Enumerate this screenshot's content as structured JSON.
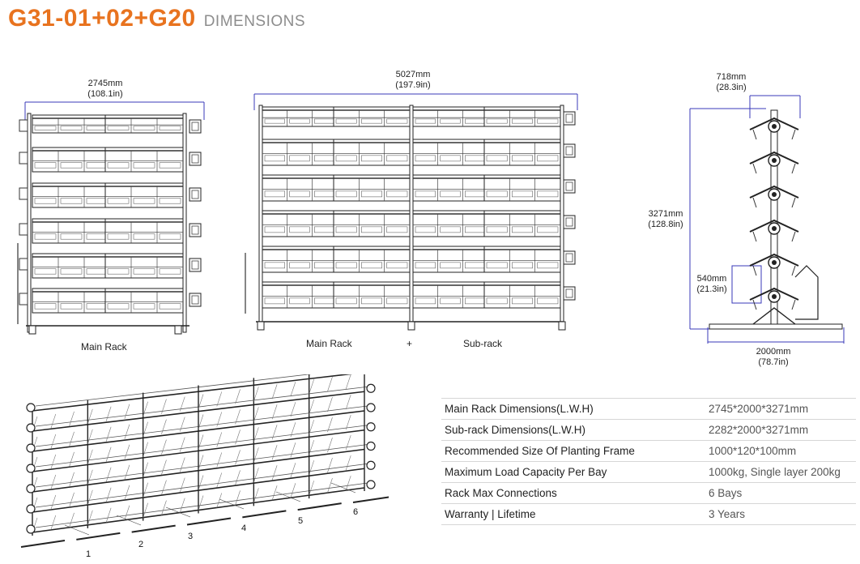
{
  "title": {
    "code": "G31-01+02+G20",
    "subtitle": "DIMENSIONS",
    "code_color": "#e8731f",
    "subtitle_color": "#8d8d8d"
  },
  "front_view": {
    "width_mm": "2745mm",
    "width_in": "(108.1in)",
    "caption": "Main Rack"
  },
  "combined_view": {
    "width_mm": "5027mm",
    "width_in": "(197.9in)",
    "caption_main": "Main Rack",
    "plus": "+",
    "caption_sub": "Sub-rack"
  },
  "side_view": {
    "top_mm": "718mm",
    "top_in": "(28.3in)",
    "height_mm": "3271mm",
    "height_in": "(128.8in)",
    "spacing_mm": "540mm",
    "spacing_in": "(21.3in)",
    "base_mm": "2000mm",
    "base_in": "(78.7in)",
    "dimension_line_color": "#3838b8"
  },
  "bays": [
    "1",
    "2",
    "3",
    "4",
    "5",
    "6"
  ],
  "specs": [
    {
      "label": "Main Rack Dimensions(L.W.H)",
      "value": "2745*2000*3271mm"
    },
    {
      "label": "Sub-rack Dimensions(L.W.H)",
      "value": "2282*2000*3271mm"
    },
    {
      "label": "Recommended Size Of Planting Frame",
      "value": "1000*120*100mm"
    },
    {
      "label": "Maximum Load Capacity Per Bay",
      "value": "1000kg, Single layer 200kg"
    },
    {
      "label": "Rack Max Connections",
      "value": "6 Bays"
    },
    {
      "label": "Warranty | Lifetime",
      "value": "3 Years"
    }
  ]
}
